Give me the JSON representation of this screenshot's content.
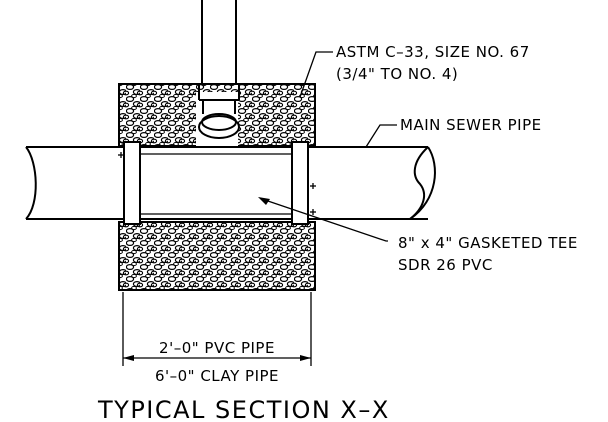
{
  "drawing": {
    "notes": {
      "aggregate_line1": "ASTM C–33, SIZE NO. 67",
      "aggregate_line2": "(3/4\" TO NO. 4)",
      "main_sewer": "MAIN SEWER PIPE",
      "tee_line1": "8\" x 4\" GASKETED TEE",
      "tee_line2": "SDR 26 PVC"
    },
    "dimensions": {
      "pvc_pipe": "2'–0\" PVC PIPE",
      "clay_pipe": "6'–0\" CLAY PIPE"
    },
    "title": "TYPICAL SECTION X–X"
  }
}
